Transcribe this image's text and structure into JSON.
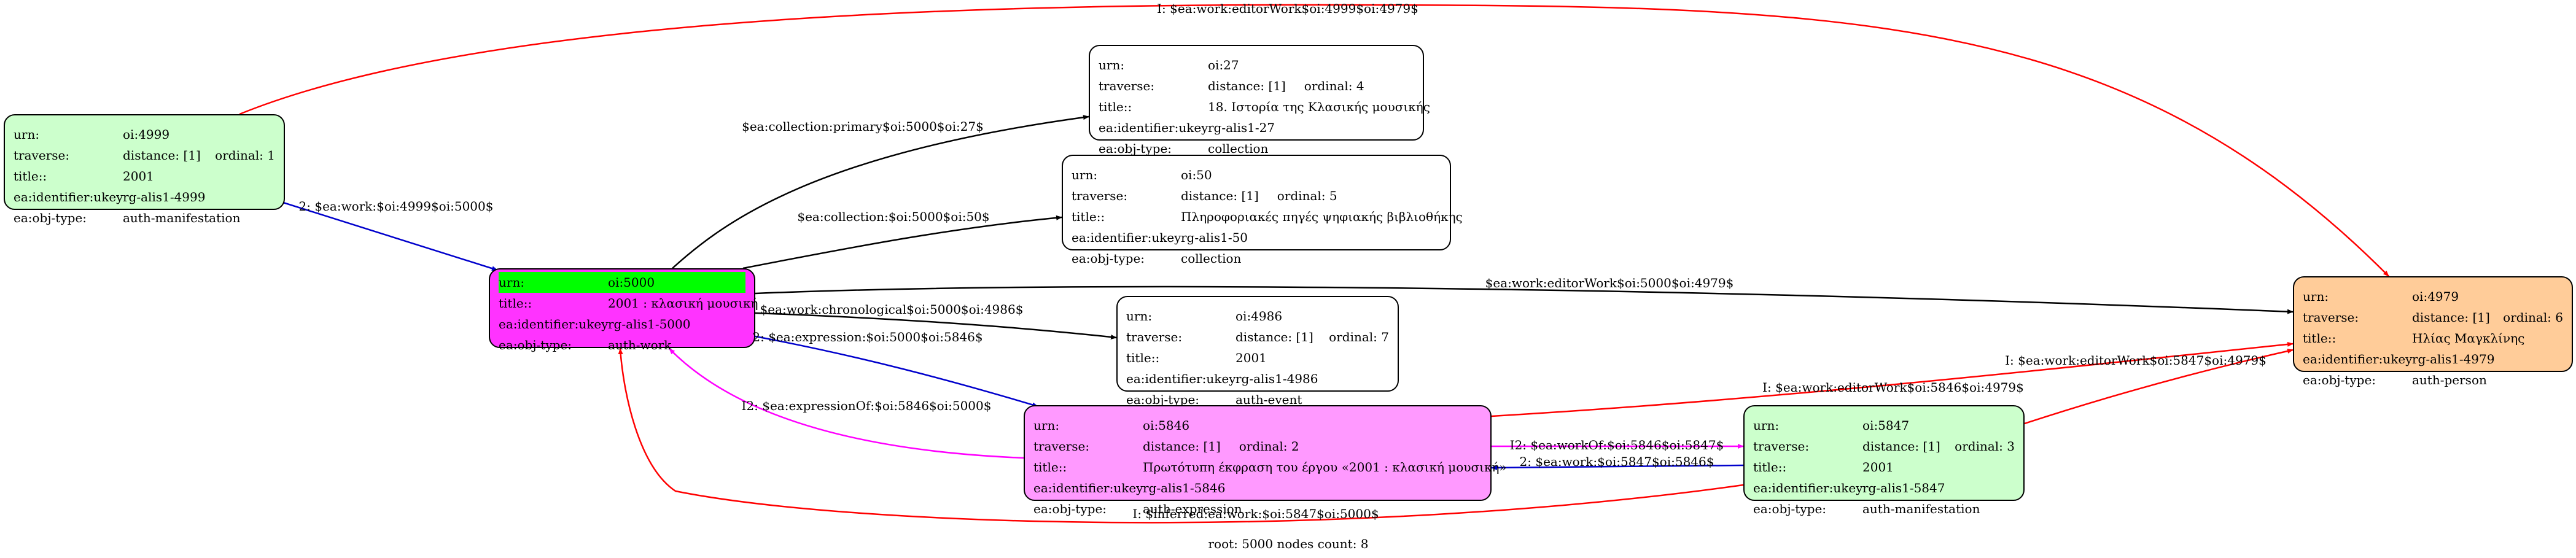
{
  "colors": {
    "manifestation": "#ccffcc",
    "root": "#ff33ff",
    "expression": "#ff99ff",
    "person": "#ffcc99",
    "plain": "#ffffff",
    "root_highlight": "#00ff00",
    "edge_black": "#000000",
    "edge_red": "#ff0000",
    "edge_blue": "#0000cc",
    "edge_magenta": "#ff00ff"
  },
  "nodes": [
    {
      "id": "n4999",
      "fill": "manifestation",
      "rows": [
        {
          "k": "urn:",
          "v": "oi:4999"
        },
        {
          "k": "traverse:",
          "v": "distance: [1]",
          "v2": "ordinal: 1"
        },
        {
          "k": "title::",
          "v": "2001"
        },
        {
          "k": "ea:identifier:ukey",
          "v": "rg-alis1-4999"
        },
        {
          "k": "ea:obj-type:",
          "v": "auth-manifestation"
        }
      ]
    },
    {
      "id": "n5000",
      "fill": "root",
      "rows": [
        {
          "k": "urn:",
          "v": "oi:5000",
          "hl": true
        },
        {
          "k": "title::",
          "v": "2001 : κλασική μουσική"
        },
        {
          "k": "ea:identifier:ukey",
          "v": "rg-alis1-5000"
        },
        {
          "k": "ea:obj-type:",
          "v": "auth-work"
        }
      ]
    },
    {
      "id": "n27",
      "fill": "plain",
      "rows": [
        {
          "k": "urn:",
          "v": "oi:27"
        },
        {
          "k": "traverse:",
          "v": "distance: [1]",
          "v2": "ordinal: 4"
        },
        {
          "k": "title::",
          "v": "18. Ιστορία της Κλασικής μουσικής"
        },
        {
          "k": "ea:identifier:ukey",
          "v": "rg-alis1-27"
        },
        {
          "k": "ea:obj-type:",
          "v": "collection"
        }
      ]
    },
    {
      "id": "n50",
      "fill": "plain",
      "rows": [
        {
          "k": "urn:",
          "v": "oi:50"
        },
        {
          "k": "traverse:",
          "v": "distance: [1]",
          "v2": "ordinal: 5"
        },
        {
          "k": "title::",
          "v": "Πληροφοριακές πηγές ψηφιακής βιβλιοθήκης"
        },
        {
          "k": "ea:identifier:ukey",
          "v": "rg-alis1-50"
        },
        {
          "k": "ea:obj-type:",
          "v": "collection"
        }
      ]
    },
    {
      "id": "n4986",
      "fill": "plain",
      "rows": [
        {
          "k": "urn:",
          "v": "oi:4986"
        },
        {
          "k": "traverse:",
          "v": "distance: [1]",
          "v2": "ordinal: 7"
        },
        {
          "k": "title::",
          "v": "2001"
        },
        {
          "k": "ea:identifier:ukey",
          "v": "rg-alis1-4986"
        },
        {
          "k": "ea:obj-type:",
          "v": "auth-event"
        }
      ]
    },
    {
      "id": "n5846",
      "fill": "expression",
      "rows": [
        {
          "k": "urn:",
          "v": "oi:5846"
        },
        {
          "k": "traverse:",
          "v": "distance: [1]",
          "v2": "ordinal: 2"
        },
        {
          "k": "title::",
          "v": "Πρωτότυπη έκφραση του έργου «2001 : κλασική μουσική»"
        },
        {
          "k": "ea:identifier:ukey",
          "v": "rg-alis1-5846"
        },
        {
          "k": "ea:obj-type:",
          "v": "auth-expression"
        }
      ]
    },
    {
      "id": "n5847",
      "fill": "manifestation",
      "rows": [
        {
          "k": "urn:",
          "v": "oi:5847"
        },
        {
          "k": "traverse:",
          "v": "distance: [1]",
          "v2": "ordinal: 3"
        },
        {
          "k": "title::",
          "v": "2001"
        },
        {
          "k": "ea:identifier:ukey",
          "v": "rg-alis1-5847"
        },
        {
          "k": "ea:obj-type:",
          "v": "auth-manifestation"
        }
      ]
    },
    {
      "id": "n4979",
      "fill": "person",
      "rows": [
        {
          "k": "urn:",
          "v": "oi:4979"
        },
        {
          "k": "traverse:",
          "v": "distance: [1]",
          "v2": "ordinal: 6"
        },
        {
          "k": "title::",
          "v": "Ηλίας Μαγκλίνης"
        },
        {
          "k": "ea:identifier:ukey",
          "v": "rg-alis1-4979"
        },
        {
          "k": "ea:obj-type:",
          "v": "auth-person"
        }
      ]
    }
  ],
  "edges": [
    {
      "id": "e1",
      "color": "edge_red",
      "label": "I: $ea:work:editorWork$oi:4999$oi:4979$"
    },
    {
      "id": "e2",
      "color": "edge_blue",
      "label": "2: $ea:work:$oi:4999$oi:5000$"
    },
    {
      "id": "e3",
      "color": "edge_black",
      "label": "$ea:collection:primary$oi:5000$oi:27$"
    },
    {
      "id": "e4",
      "color": "edge_black",
      "label": "$ea:collection:$oi:5000$oi:50$"
    },
    {
      "id": "e5",
      "color": "edge_black",
      "label": "$ea:work:editorWork$oi:5000$oi:4979$"
    },
    {
      "id": "e6",
      "color": "edge_black",
      "label": "$ea:work:chronological$oi:5000$oi:4986$"
    },
    {
      "id": "e7",
      "color": "edge_blue",
      "label": "2: $ea:expression:$oi:5000$oi:5846$"
    },
    {
      "id": "e8",
      "color": "edge_magenta",
      "label": "I2: $ea:expressionOf:$oi:5846$oi:5000$"
    },
    {
      "id": "e9",
      "color": "edge_red",
      "label": "I: $ea:work:editorWork$oi:5846$oi:4979$"
    },
    {
      "id": "e10",
      "color": "edge_red",
      "label": "I: $ea:work:editorWork$oi:5847$oi:4979$"
    },
    {
      "id": "e11",
      "color": "edge_magenta",
      "label": "I2: $ea:workOf:$oi:5846$oi:5847$"
    },
    {
      "id": "e12",
      "color": "edge_blue",
      "label": "2: $ea:work:$oi:5847$oi:5846$"
    },
    {
      "id": "e13",
      "color": "edge_red",
      "label": "I: $inferred:ea:work:$oi:5847$oi:5000$"
    }
  ],
  "footer": "root: 5000 nodes count: 8"
}
